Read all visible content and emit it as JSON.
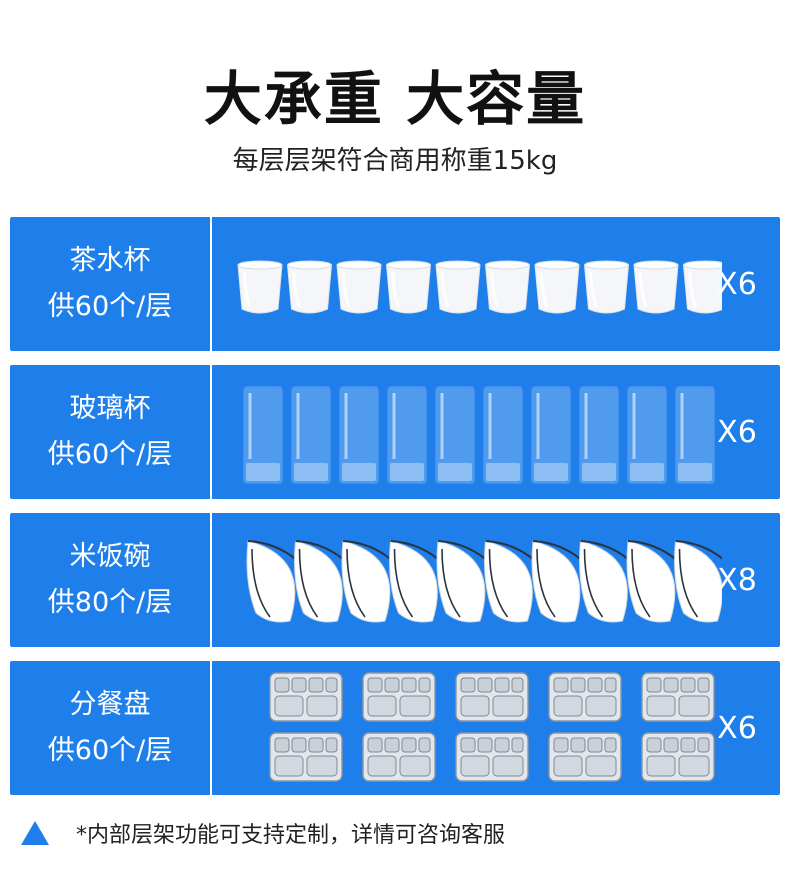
{
  "header": {
    "title": "大承重 大容量",
    "subtitle": "每层层架符合商用称重15kg"
  },
  "rows": [
    {
      "name": "茶水杯",
      "capacity": "供60个/层",
      "multiplier": "X6",
      "icon": "tea-cup-icon"
    },
    {
      "name": "玻璃杯",
      "capacity": "供60个/层",
      "multiplier": "X6",
      "icon": "glass-cup-icon"
    },
    {
      "name": "米饭碗",
      "capacity": "供80个/层",
      "multiplier": "X8",
      "icon": "rice-bowl-icon"
    },
    {
      "name": "分餐盘",
      "capacity": "供60个/层",
      "multiplier": "X6",
      "icon": "divided-tray-icon"
    }
  ],
  "footnote": {
    "text": "*内部层架功能可支持定制，详情可咨询客服",
    "icon": "triangle-icon"
  },
  "colors": {
    "row_background": "#1e7fea",
    "accent": "#1e7fea"
  }
}
